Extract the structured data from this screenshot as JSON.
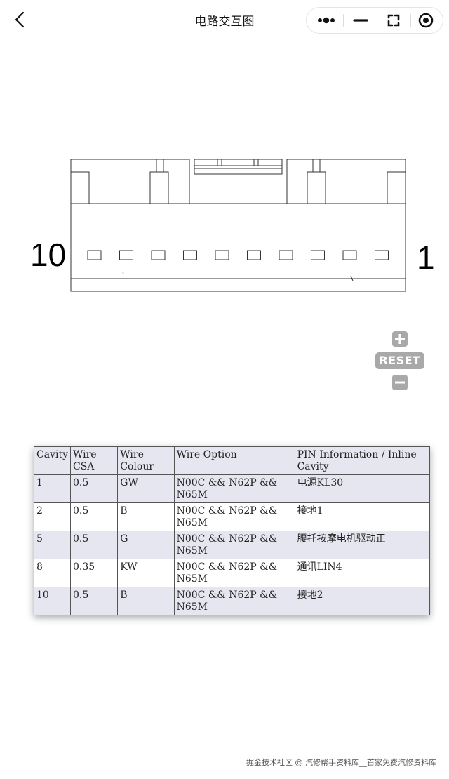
{
  "header": {
    "title": "电路交互图",
    "back_icon": "chevron-left-icon",
    "capsule": [
      "more-dots-icon",
      "minimize-icon",
      "restore-icon",
      "close-target-icon"
    ]
  },
  "diagram": {
    "left_pin_label": "10",
    "right_pin_label": "1",
    "cavity_count": 10
  },
  "zoom": {
    "zoom_in_icon": "plus-icon",
    "reset_label": "RESET",
    "zoom_out_icon": "minus-icon"
  },
  "table": {
    "headers": [
      "Cavity",
      "Wire CSA",
      "Wire Colour",
      "Wire Option",
      "PIN Information / Inline Cavity"
    ],
    "rows": [
      {
        "cavity": "1",
        "csa": "0.5",
        "colour": "GW",
        "option": "N00C && N62P && N65M",
        "pin": "电源KL30"
      },
      {
        "cavity": "2",
        "csa": "0.5",
        "colour": "B",
        "option": "N00C && N62P && N65M",
        "pin": "接地1"
      },
      {
        "cavity": "5",
        "csa": "0.5",
        "colour": "G",
        "option": "N00C && N62P && N65M",
        "pin": "腰托按摩电机驱动正"
      },
      {
        "cavity": "8",
        "csa": "0.35",
        "colour": "KW",
        "option": "N00C && N62P && N65M",
        "pin": "通讯LIN4"
      },
      {
        "cavity": "10",
        "csa": "0.5",
        "colour": "B",
        "option": "N00C && N62P && N65M",
        "pin": "接地2"
      }
    ]
  },
  "footer": {
    "watermark": "掘金技术社区 @ 汽修帮手资料库__首家免费汽修资料库"
  }
}
